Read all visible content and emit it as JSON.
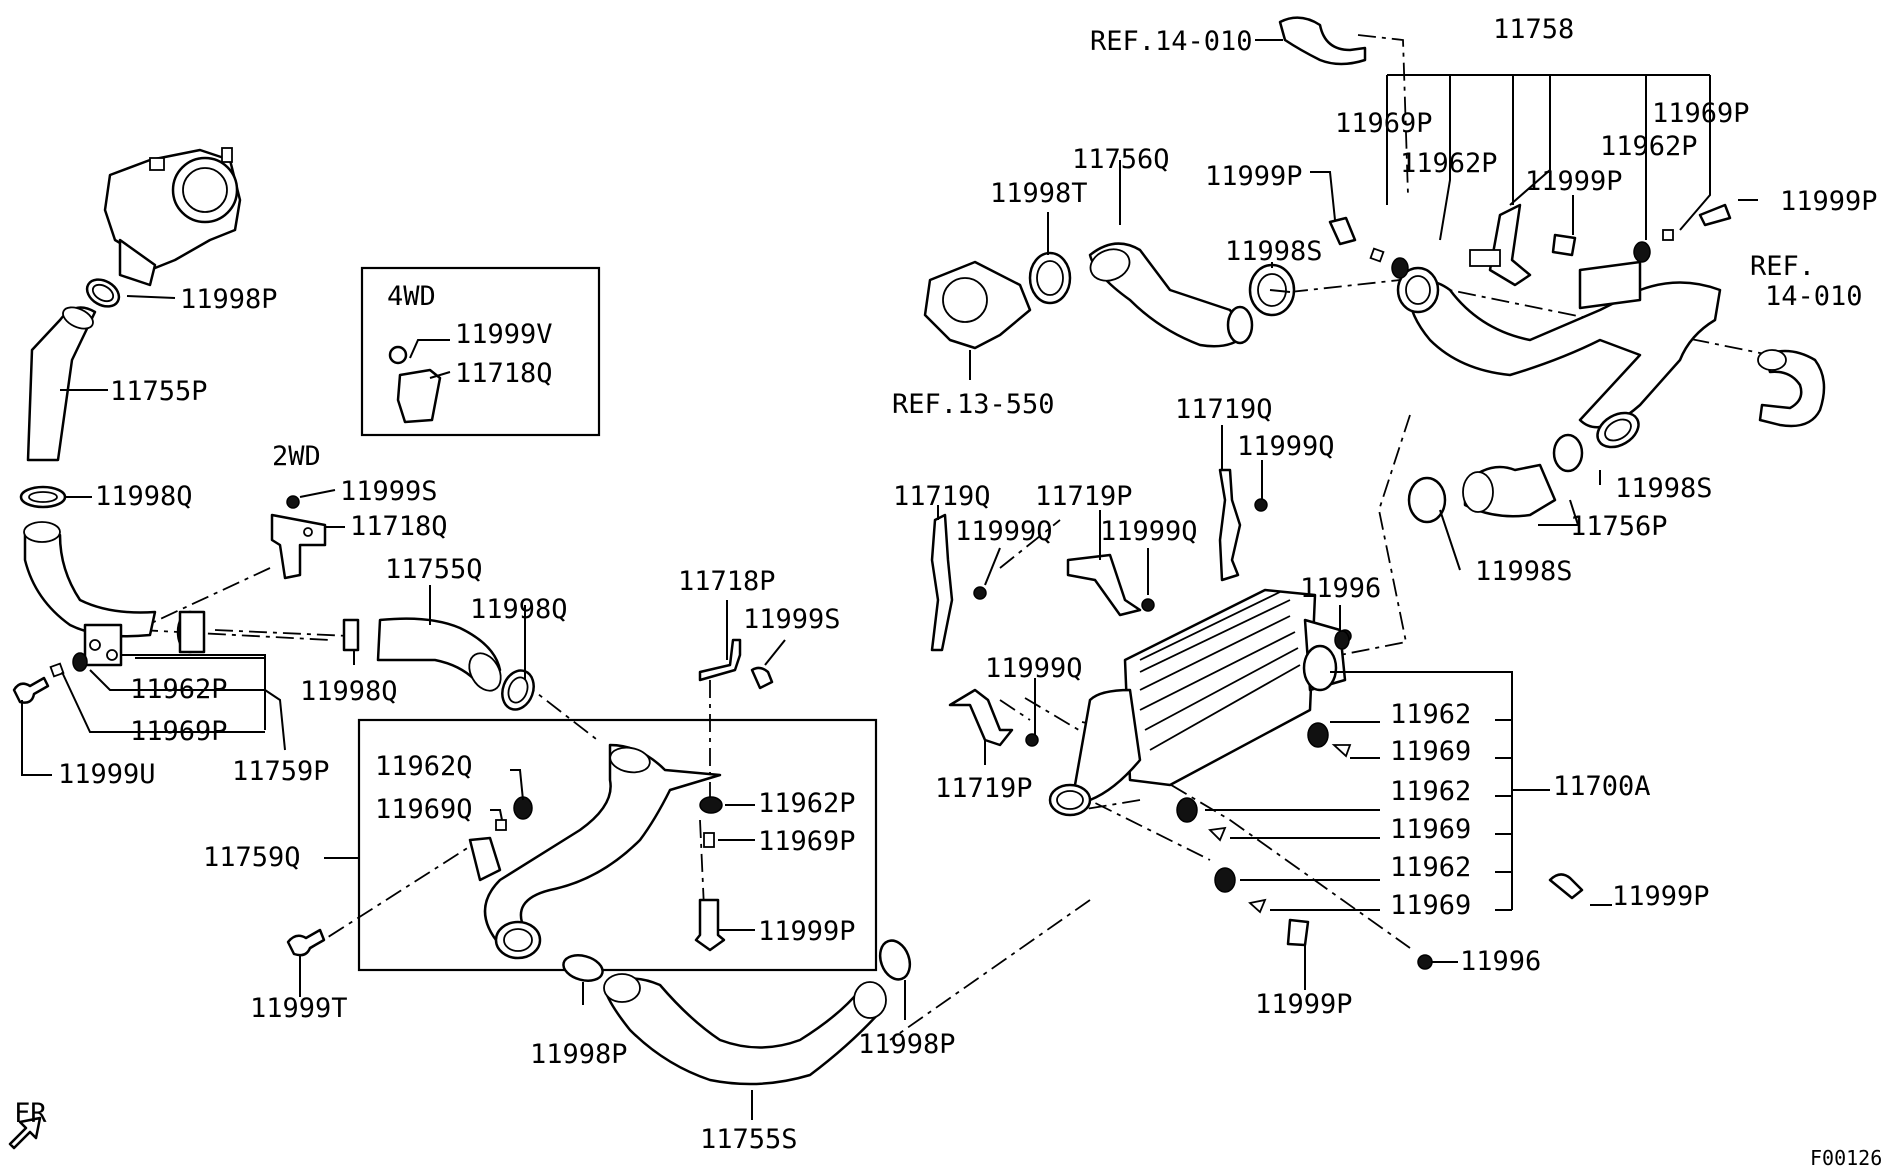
{
  "callouts": {
    "ref_14_010_top": "REF.14-010",
    "ref_14_010_right": "REF.\n14-010",
    "ref_13_550": "REF.13-550",
    "p11758": "11758",
    "p11969P_a": "11969P",
    "p11969P_b": "11969P",
    "p11962P_a": "11962P",
    "p11962P_b": "11962P",
    "p11999P_a": "11999P",
    "p11999P_b": "11999P",
    "p11999P_c": "11999P",
    "p11756Q": "11756Q",
    "p11998T": "11998T",
    "p11998S_a": "11998S",
    "p11998S_b": "11998S",
    "p11998S_c": "11998S",
    "p11756P": "11756P",
    "p11998P_top": "11998P",
    "p11755P": "11755P",
    "p11998Q_left": "11998Q",
    "label_2wd": "2WD",
    "label_4wd": "4WD",
    "p11999V": "11999V",
    "p11718Q_box": "11718Q",
    "p11999S_2wd": "11999S",
    "p11718Q_2wd": "11718Q",
    "p11755Q": "11755Q",
    "p11998Q_mid": "11998Q",
    "p11998Q_low": "11998Q",
    "p11962P_left": "11962P",
    "p11969P_left": "11969P",
    "p11759P": "11759P",
    "p11999U": "11999U",
    "p11718P": "11718P",
    "p11999S_mid": "11999S",
    "p11962Q": "11962Q",
    "p11969Q": "11969Q",
    "p11962P_box": "11962P",
    "p11969P_box": "11969P",
    "p11759Q": "11759Q",
    "p11999P_box": "11999P",
    "p11999T": "11999T",
    "p11998P_bl": "11998P",
    "p11755S": "11755S",
    "p11998P_br": "11998P",
    "p11719Q_a": "11719Q",
    "p11999Q_a": "11999Q",
    "p11719P_a": "11719P",
    "p11999Q_b": "11999Q",
    "p11719Q_b": "11719Q",
    "p11999Q_c": "11999Q",
    "p11999Q_d": "11999Q",
    "p11719P_b": "11719P",
    "p11996_a": "11996",
    "p11962_a": "11962",
    "p11969_a": "11969",
    "p11962_b": "11962",
    "p11969_b": "11969",
    "p11962_c": "11962",
    "p11969_c": "11969",
    "p11700A": "11700A",
    "p11999P_r": "11999P",
    "p11996_b": "11996",
    "p11999P_bottom": "11999P",
    "fr_label": "FR",
    "figure_code": "F00126"
  }
}
